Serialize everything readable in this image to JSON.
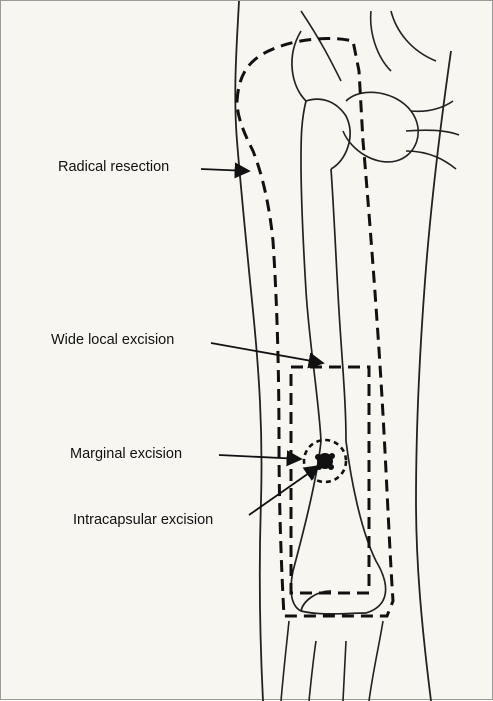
{
  "labels": {
    "radical_resection": "Radical resection",
    "wide_local_excision": "Wide local excision",
    "marginal_excision": "Marginal excision",
    "intracapsular_excision": "Intracapsular excision"
  },
  "colors": {
    "ink": "#111111",
    "paper": "#f7f6f1",
    "frame": "#9a9a9a"
  }
}
